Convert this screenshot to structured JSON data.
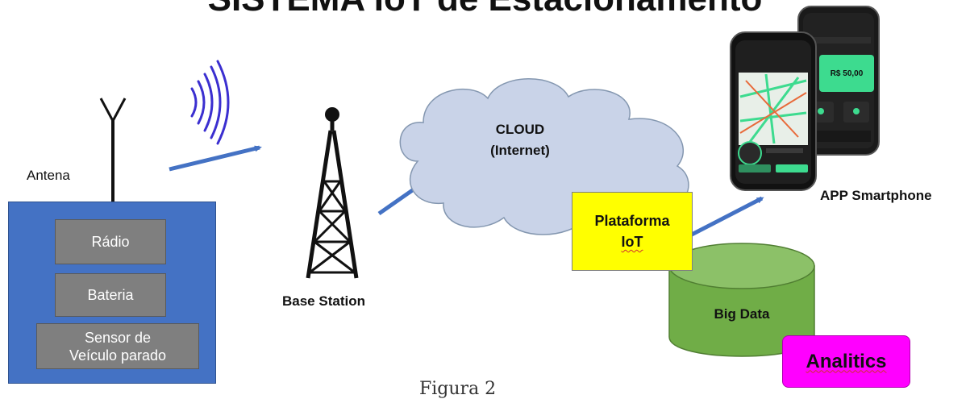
{
  "title": "SISTEMA IoT de Estacionamento",
  "antenna": {
    "label": "Antena"
  },
  "device": {
    "radio": "Rádio",
    "battery": "Bateria",
    "sensor_line1": "Sensor de",
    "sensor_line2": "Veículo parado"
  },
  "base_station": {
    "label": "Base Station"
  },
  "cloud": {
    "line1": "CLOUD",
    "line2": "(Internet)"
  },
  "platform": {
    "line1": "Plataforma",
    "line2": "IoT"
  },
  "big_data": {
    "label": "Big Data"
  },
  "analitics": {
    "label": "Analitics"
  },
  "app": {
    "label": "APP Smartphone",
    "phone_price": "R$ 50,00"
  },
  "caption": "Figura 2",
  "colors": {
    "device_blue": "#4472c4",
    "module_gray": "#7f7f7f",
    "arrow_blue": "#4472c4",
    "cloud_fill": "#c9d3e8",
    "platform_yellow": "#ffff00",
    "bigdata_green": "#70ad47",
    "analitics_magenta": "#ff00ff",
    "wave_purple": "#3b2fd0"
  }
}
